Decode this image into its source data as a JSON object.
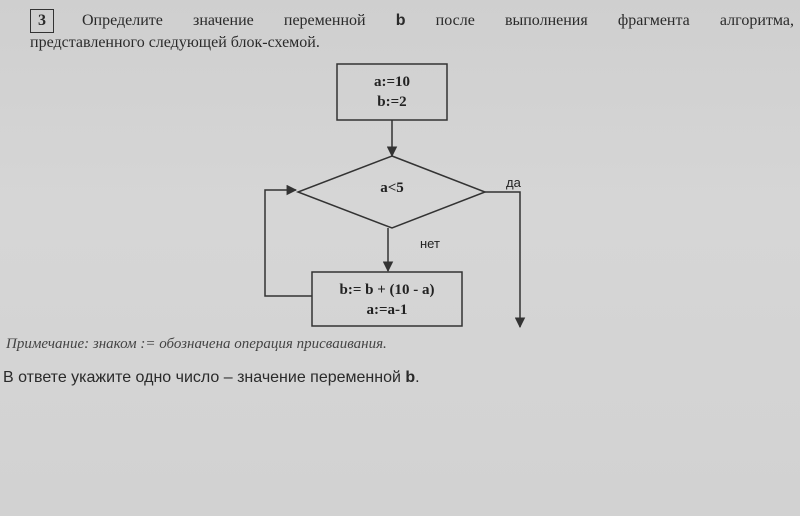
{
  "task": {
    "number": "3",
    "line1_words": [
      "Определите",
      "значение",
      "переменной",
      "b",
      "после",
      "выполнения",
      "фрагмента",
      "алгоритма,"
    ],
    "line2": "представленного следующей блок-схемой."
  },
  "flowchart": {
    "init_line1": "a:=10",
    "init_line2": "b:=2",
    "condition": "a<5",
    "yes_label": "да",
    "no_label": "нет",
    "body_line1": "b:= b + (10 - a)",
    "body_line2": "a:=a-1"
  },
  "note": "Примечание: знаком := обозначена операция присваивания.",
  "answer": {
    "prefix": "В ответе укажите одно число – значение переменной",
    "variable": "b",
    "suffix": "."
  }
}
